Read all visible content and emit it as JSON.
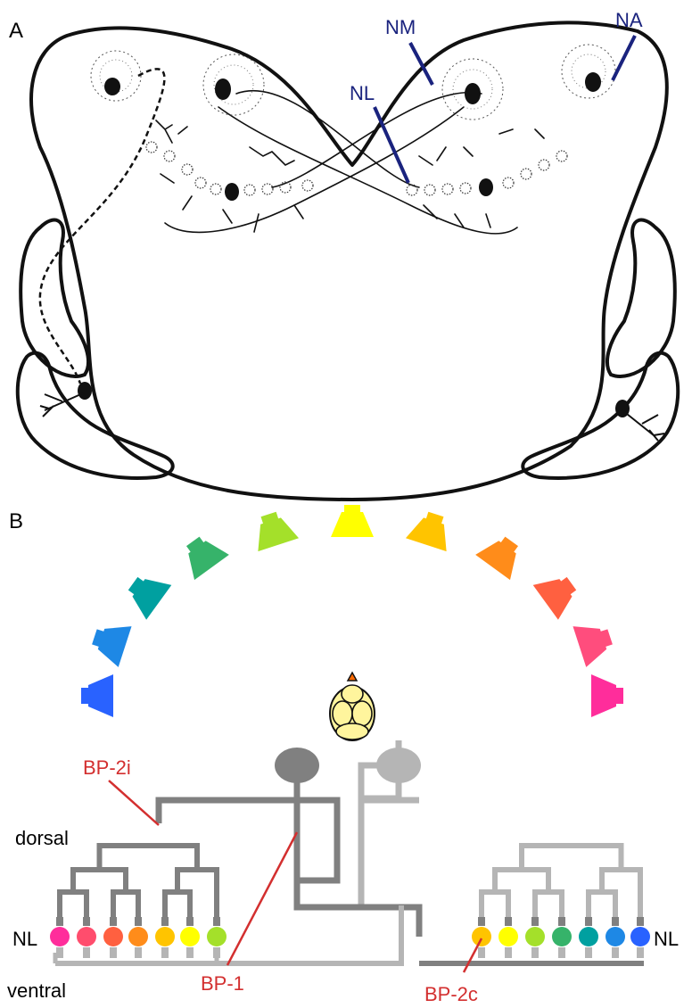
{
  "panel_a": {
    "panel_label": "A",
    "labels": {
      "nm": "NM",
      "na": "NA",
      "nl": "NL"
    },
    "label_color": "#1a237e"
  },
  "panel_b": {
    "panel_label": "B",
    "side_labels": {
      "dorsal": "dorsal",
      "ventral": "ventral",
      "nl_left": "NL",
      "nl_right": "NL"
    },
    "pathway_labels": {
      "bp2i": "BP-2i",
      "bp1": "BP-1",
      "bp2c": "BP-2c"
    },
    "pathway_label_color": "#d32f2f",
    "speaker_colors": [
      "#2962ff",
      "#1e88e5",
      "#00a0a0",
      "#36b36a",
      "#a4e02a",
      "#ffff00",
      "#ffc400",
      "#ff8c1a",
      "#ff6040",
      "#ff4d7d",
      "#ff2d9b"
    ],
    "nl_left_colors": [
      "#ff2d9b",
      "#ff4d6d",
      "#ff6040",
      "#ff8c1a",
      "#ffc400",
      "#ffff00",
      "#a4e02a"
    ],
    "nl_right_colors": [
      "#ffc400",
      "#ffff00",
      "#a4e02a",
      "#36b36a",
      "#00a0a0",
      "#1e88e5",
      "#2962ff"
    ],
    "dark_gray": "#808080",
    "light_gray": "#b5b5b5"
  }
}
